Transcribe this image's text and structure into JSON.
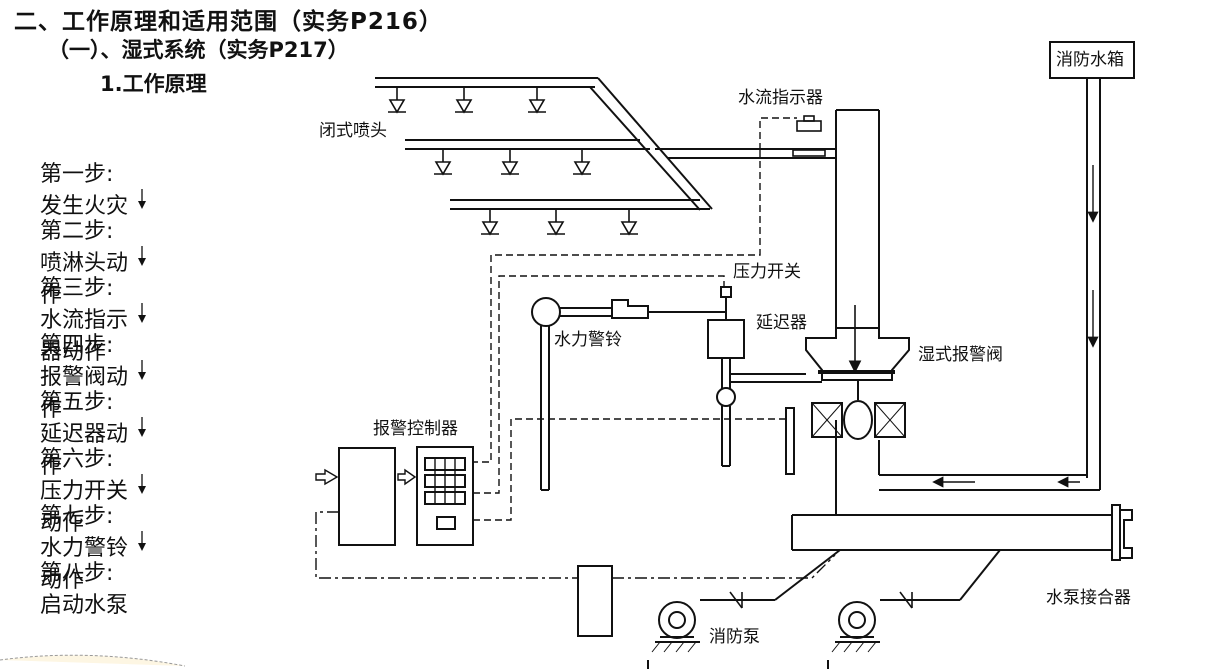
{
  "titles": {
    "main": "二、工作原理和适用范围（实务P216）",
    "sub": "（一）、湿式系统（实务P217）",
    "section": "1.工作原理"
  },
  "steps": [
    {
      "num": "第一步:",
      "text": "发生火灾"
    },
    {
      "num": "第二步:",
      "text": "喷淋头动作"
    },
    {
      "num": "第三步:",
      "text": "水流指示器动作"
    },
    {
      "num": "第四步:",
      "text": "报警阀动作"
    },
    {
      "num": "第五步:",
      "text": "延迟器动作"
    },
    {
      "num": "第六步:",
      "text": "压力开关动作"
    },
    {
      "num": "第七步:",
      "text": "水力警铃动作"
    },
    {
      "num": "第八步:",
      "text": "启动水泵"
    }
  ],
  "diagram_labels": {
    "closed_sprinkler": "闭式喷头",
    "water_flow_indicator": "水流指示器",
    "fire_tank": "消防水箱",
    "pressure_switch": "压力开关",
    "retard_chamber": "延迟器",
    "water_motor_gong": "水力警铃",
    "wet_alarm_valve": "湿式报警阀",
    "alarm_controller": "报警控制器",
    "fire_pump": "消防泵",
    "pump_connector": "水泵接合器"
  }
}
